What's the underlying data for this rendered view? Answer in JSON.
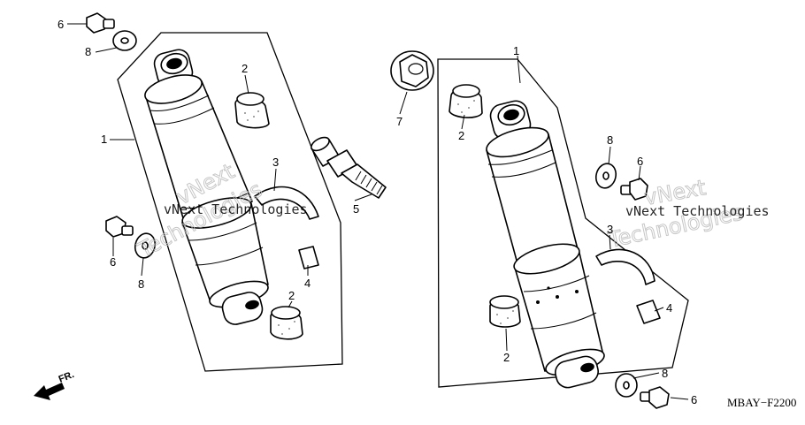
{
  "diagram_code": "MBAY−F2200",
  "direction_label": "FR.",
  "watermark": {
    "line1": "vNext Technologies",
    "line2": "Technologies",
    "line3": "vNext"
  },
  "callouts": {
    "left_1": "1",
    "left_2_top": "2",
    "left_2_bottom": "2",
    "left_3": "3",
    "left_4": "4",
    "left_5": "5",
    "left_6_top": "6",
    "left_6_mid": "6",
    "left_8_top": "8",
    "left_8_mid": "8",
    "right_1": "1",
    "right_2_top": "2",
    "right_2_bottom": "2",
    "right_3": "3",
    "right_4": "4",
    "right_6_mid": "6",
    "right_6_bottom": "6",
    "right_7": "7",
    "right_8_mid": "8",
    "right_8_bottom": "8"
  }
}
